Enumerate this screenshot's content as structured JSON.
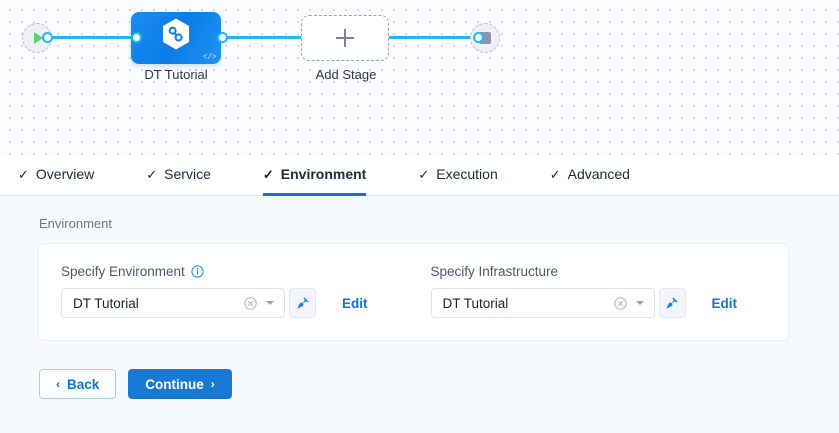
{
  "canvas": {
    "start_node": {
      "icon": "play-icon"
    },
    "end_node": {
      "icon": "stop-icon"
    },
    "stage": {
      "label": "DT Tutorial",
      "icon": "harness-hexagon-infinity-icon",
      "badge": "</>"
    },
    "add_stage": {
      "label": "Add Stage",
      "icon": "plus-icon"
    }
  },
  "tabs": [
    {
      "label": "Overview",
      "check": "✓",
      "active": false
    },
    {
      "label": "Service",
      "check": "✓",
      "active": false
    },
    {
      "label": "Environment",
      "check": "✓",
      "active": true
    },
    {
      "label": "Execution",
      "check": "✓",
      "active": false
    },
    {
      "label": "Advanced",
      "check": "✓",
      "active": false
    }
  ],
  "main": {
    "section_title": "Environment",
    "fields": [
      {
        "label": "Specify Environment",
        "has_info_icon": true,
        "value": "DT Tutorial",
        "edit_label": "Edit"
      },
      {
        "label": "Specify Infrastructure",
        "has_info_icon": false,
        "value": "DT Tutorial",
        "edit_label": "Edit"
      }
    ]
  },
  "footer": {
    "back_label": "Back",
    "back_arrow": "‹",
    "continue_label": "Continue",
    "continue_arrow": "›"
  },
  "colors": {
    "accent_blue": "#0b78d8",
    "connector_blue": "#1fb9f5",
    "stage_blue": "#0c7ce8",
    "play_green": "#5fd07a",
    "canvas_bg": "#fafcff",
    "content_bg": "#f7fafd"
  }
}
